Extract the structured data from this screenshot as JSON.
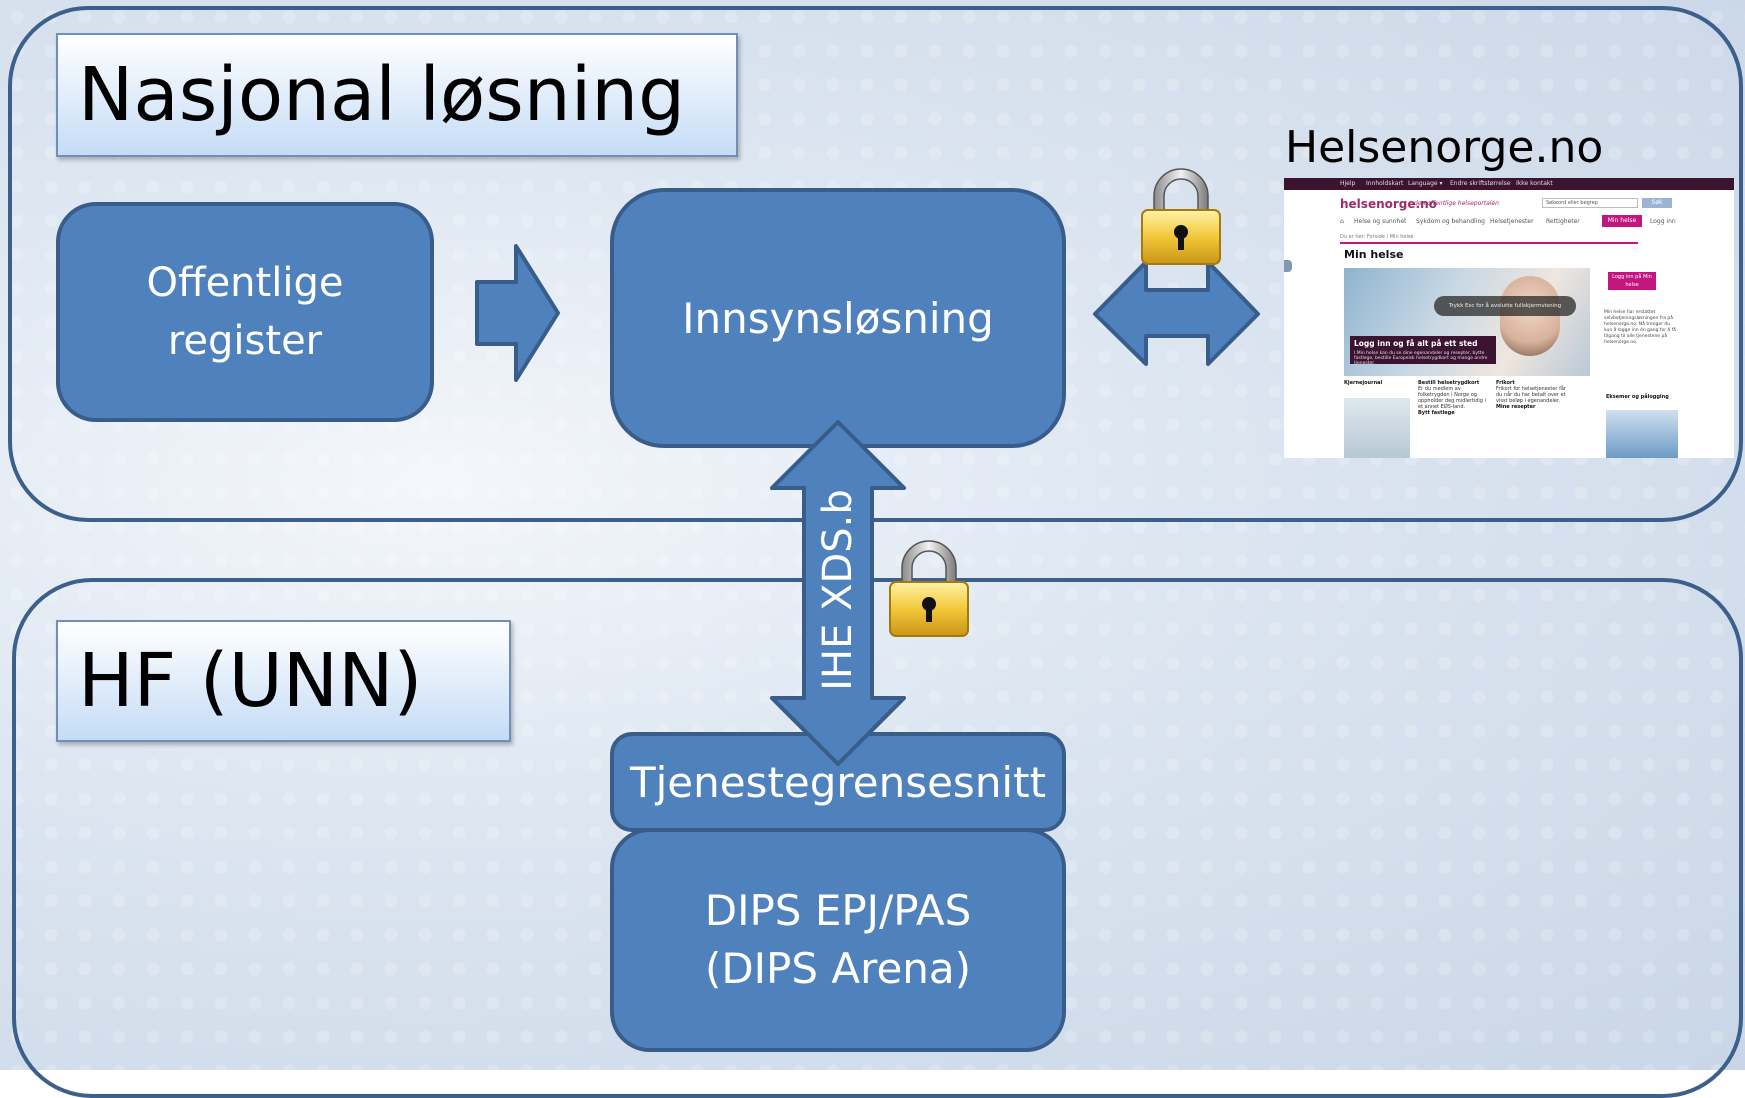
{
  "sections": {
    "national": "Nasjonal løsning",
    "hf": "HF (UNN)"
  },
  "boxes": {
    "offentlige_register": "Offentlige\nregister",
    "innsynslosning": "Innsynsløsning",
    "tjenestegrensesnitt": "Tjenestegrensesnitt",
    "dips": "DIPS EPJ/PAS\n(DIPS Arena)"
  },
  "connections": {
    "ihe_label": "IHE XDS.b"
  },
  "icons": {
    "lock": "padlock-icon",
    "arrow_right": "block-arrow-right",
    "arrow_left_right": "block-arrow-left-right",
    "arrow_up_down": "block-arrow-up-down"
  },
  "helsenorge": {
    "title": "Helsenorge.no",
    "topbar": [
      "Hjelp",
      "Innholdskart",
      "Language ▾",
      "Endre skriftstørrelse",
      "Ikke kontakt"
    ],
    "logo": "helsenorge.no",
    "tagline": "den offentlige helseportalen",
    "search_placeholder": "Søkeord eller begrep",
    "search_button": "Søk",
    "nav": [
      "Helse og sunnhet",
      "Sykdom og behandling",
      "Helsetjenester",
      "Rettigheter"
    ],
    "min_helse_button": "Min helse",
    "logg_inn": "Logg inn",
    "breadcrumb": "Du er her: Forside / Min helse",
    "heading": "Min helse",
    "overlay": "Trykk Esc for å avslutte fullskjermvisning",
    "banner_title": "Logg inn og få alt på ett sted",
    "banner_text": "I Min helse kan du se dine egenandeler og resepter, bytte fastlege, bestille Europeisk helsetrygdkort og mange andre tjenester.",
    "side_button": "Logg inn på Min helse",
    "side_text": "Min helse har erstattet selvbetjeningsløsningen fra på helsenorge.no. Nå trenger du kun å logge inn én gang for å få tilgang til alle tjenestene på helsenorge.no.",
    "col1_title": "Kjernejournal",
    "col2_title": "Bestill helsetrygdkort",
    "col2_text": "Er du medlem av folketrygden i Norge og oppholder deg midlertidig i et annet EØS-land.",
    "col2_title2": "Bytt fastlege",
    "col3_title": "Frikort",
    "col3_text": "Frikort for helsetjenester får du når du har betalt over et visst beløp i egenandeler.",
    "col3_title2": "Mine resepter",
    "col4_title": "Eksemer og pålogging"
  },
  "colors": {
    "box_fill": "#4f81bd",
    "box_border": "#385d8a",
    "region_border": "#3c5f8c",
    "lock_gold": "#e6b92a"
  }
}
